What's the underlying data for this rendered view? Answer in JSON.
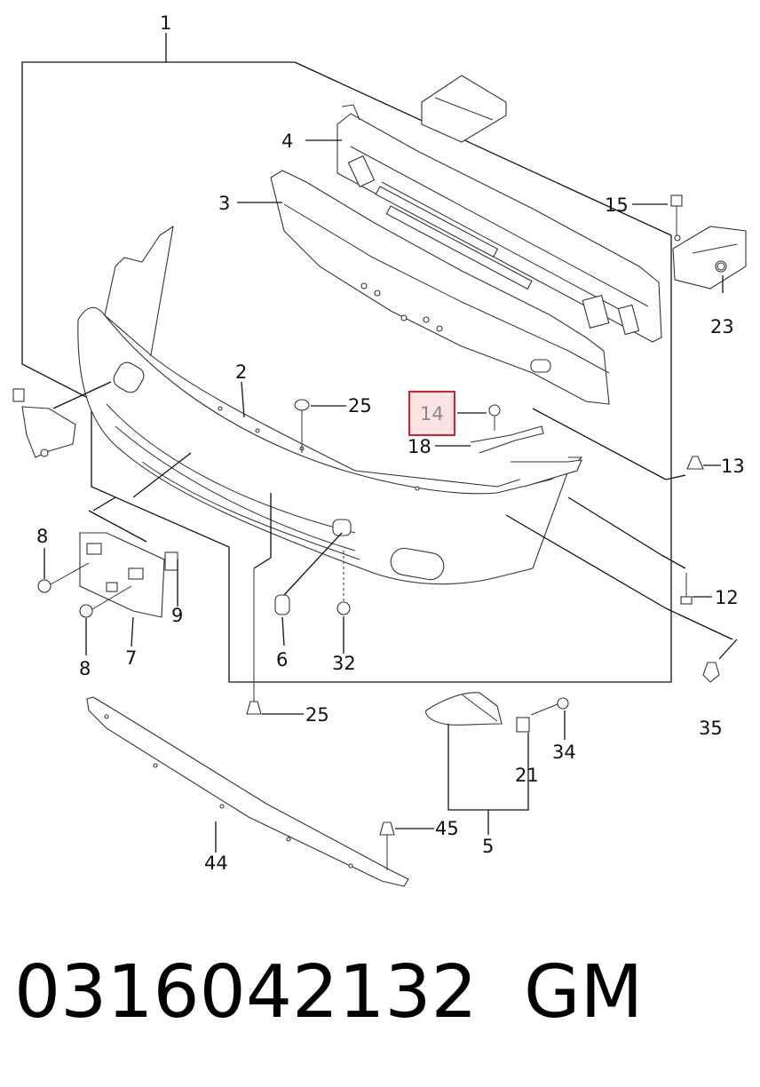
{
  "callouts": [
    {
      "id": "c1",
      "text": "1"
    },
    {
      "id": "c2",
      "text": "2"
    },
    {
      "id": "c3",
      "text": "3"
    },
    {
      "id": "c4",
      "text": "4"
    },
    {
      "id": "c5",
      "text": "5"
    },
    {
      "id": "c6",
      "text": "6"
    },
    {
      "id": "c7",
      "text": "7"
    },
    {
      "id": "c8a",
      "text": "8"
    },
    {
      "id": "c8b",
      "text": "8"
    },
    {
      "id": "c9",
      "text": "9"
    },
    {
      "id": "c12",
      "text": "12"
    },
    {
      "id": "c13",
      "text": "13"
    },
    {
      "id": "c14",
      "text": "14"
    },
    {
      "id": "c15",
      "text": "15"
    },
    {
      "id": "c18",
      "text": "18"
    },
    {
      "id": "c21",
      "text": "21"
    },
    {
      "id": "c23",
      "text": "23"
    },
    {
      "id": "c25a",
      "text": "25"
    },
    {
      "id": "c25b",
      "text": "25"
    },
    {
      "id": "c32",
      "text": "32"
    },
    {
      "id": "c34",
      "text": "34"
    },
    {
      "id": "c35",
      "text": "35"
    },
    {
      "id": "c44",
      "text": "44"
    },
    {
      "id": "c45",
      "text": "45"
    }
  ],
  "highlighted_callout": "14",
  "highlight_color": "#d8202a",
  "footer": {
    "part_number": "0316042132",
    "brand": "GM"
  }
}
